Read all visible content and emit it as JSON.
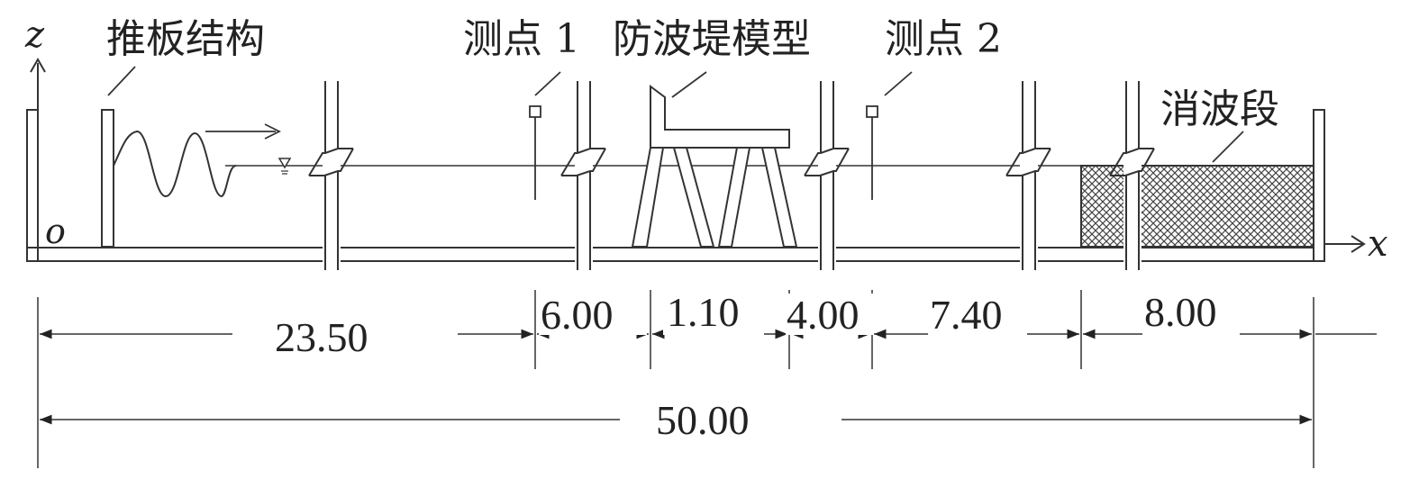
{
  "axes": {
    "z_label": "z",
    "x_label": "x",
    "origin_label": "o"
  },
  "labels": {
    "wavemaker": "推板结构",
    "gauge1": "测点 1",
    "breakwater": "防波堤模型",
    "gauge2": "测点 2",
    "absorber": "消波段"
  },
  "dimensions": {
    "segments": [
      "23.50",
      "6.00",
      "1.10",
      "4.00",
      "7.40",
      "8.00"
    ],
    "total": "50.00"
  }
}
